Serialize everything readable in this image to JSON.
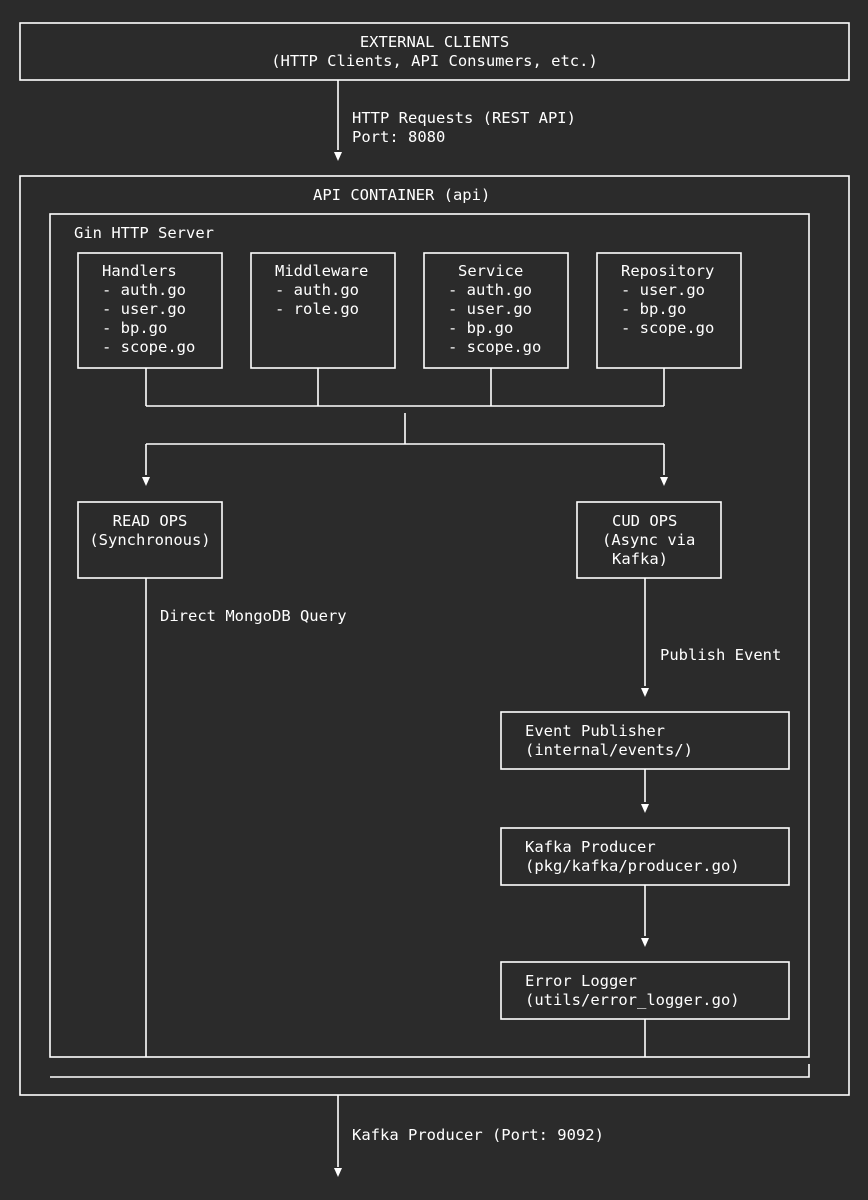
{
  "external_clients": {
    "title": "EXTERNAL CLIENTS",
    "subtitle": "(HTTP Clients, API Consumers, etc.)"
  },
  "request_link": {
    "line1": "HTTP Requests (REST API)",
    "line2": "Port: 8080"
  },
  "api_container": {
    "title": "API CONTAINER (api)"
  },
  "gin_server": {
    "title": "Gin HTTP Server"
  },
  "modules": {
    "handlers": {
      "title": "Handlers",
      "items": [
        "- auth.go",
        "- user.go",
        "- bp.go",
        "- scope.go"
      ]
    },
    "middleware": {
      "title": "Middleware",
      "items": [
        "- auth.go",
        "- role.go"
      ]
    },
    "service": {
      "title": "Service",
      "items": [
        "- auth.go",
        "- user.go",
        "- bp.go",
        "- scope.go"
      ]
    },
    "repository": {
      "title": "Repository",
      "items": [
        "- user.go",
        "- bp.go",
        "- scope.go"
      ]
    }
  },
  "read_ops": {
    "title": "READ OPS",
    "subtitle": "(Synchronous)"
  },
  "cud_ops": {
    "title": "CUD OPS",
    "line2": "(Async via",
    "line3": "Kafka)"
  },
  "direct_query_label": "Direct MongoDB Query",
  "publish_event_label": "Publish Event",
  "event_publisher": {
    "title": "Event Publisher",
    "path": "(internal/events/)"
  },
  "kafka_producer": {
    "title": "Kafka Producer",
    "path": "(pkg/kafka/producer.go)"
  },
  "error_logger": {
    "title": "Error Logger",
    "path": "(utils/error_logger.go)"
  },
  "output_link": {
    "label": "Kafka Producer (Port: 9092)"
  }
}
